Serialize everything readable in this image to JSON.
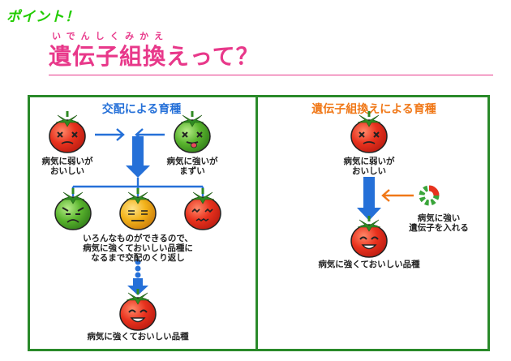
{
  "header": {
    "point": "ポイント！",
    "ruby": "いでんしくみかえ",
    "title": "遺伝子組換えって？"
  },
  "left_panel": {
    "heading": "交配による育種",
    "parent_a_label_1": "病気に弱いが",
    "parent_a_label_2": "おいしい",
    "parent_b_label_1": "病気に強いが",
    "parent_b_label_2": "まずい",
    "note_1": "いろんなものができるので、",
    "note_2": "病気に強くておいしい品種に",
    "note_3": "なるまで交配のくり返し",
    "result_label": "病気に強くておいしい品種"
  },
  "right_panel": {
    "heading": "遺伝子組換えによる育種",
    "start_label_1": "病気に弱いが",
    "start_label_2": "おいしい",
    "gene_label_1": "病気に強い",
    "gene_label_2": "遺伝子を入れる",
    "result_label": "病気に強くておいしい品種"
  },
  "colors": {
    "pink": "#e8388a",
    "green_point": "#22cc00",
    "frame": "#2a8a2a",
    "blue": "#2570d8",
    "orange": "#f07818",
    "tomato_red": "#e8321e",
    "tomato_green": "#5ab52e",
    "tomato_yellow": "#f2b21a"
  }
}
